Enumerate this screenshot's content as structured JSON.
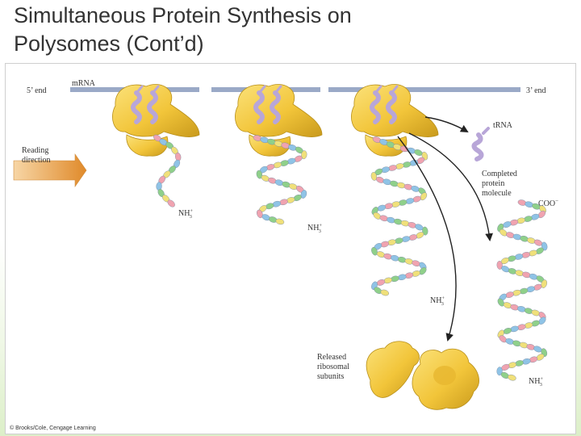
{
  "title_line1": "Simultaneous Protein Synthesis on",
  "title_line2": "Polysomes (Cont’d)",
  "labels": {
    "five_prime_end": "5’ end",
    "mrna": "mRNA",
    "three_prime_end": "3’ end",
    "trna": "tRNA",
    "reading_1": "Reading",
    "reading_2": "direction",
    "completed_1": "Completed",
    "completed_2": "protein",
    "completed_3": "molecule",
    "coo": "COO",
    "coo_charge": "−",
    "nh3_main": "NH",
    "nh3_sub": "3",
    "nh3_sup": "+",
    "released_1": "Released",
    "released_2": "ribosomal",
    "released_3": "subunits"
  },
  "credit": "© Brooks/Cole, Cengage Learning",
  "colors": {
    "ribosome": "#f2c53a",
    "ribosome_dark": "#c99a1c",
    "mrna": "#9aa9c7",
    "trna": "#b8a6d8",
    "arrow": "#e49a3c",
    "bead_pink": "#f0a3b0",
    "bead_blue": "#8fc3e6",
    "bead_green": "#8fd08a",
    "bead_yellow": "#f0e07a"
  }
}
